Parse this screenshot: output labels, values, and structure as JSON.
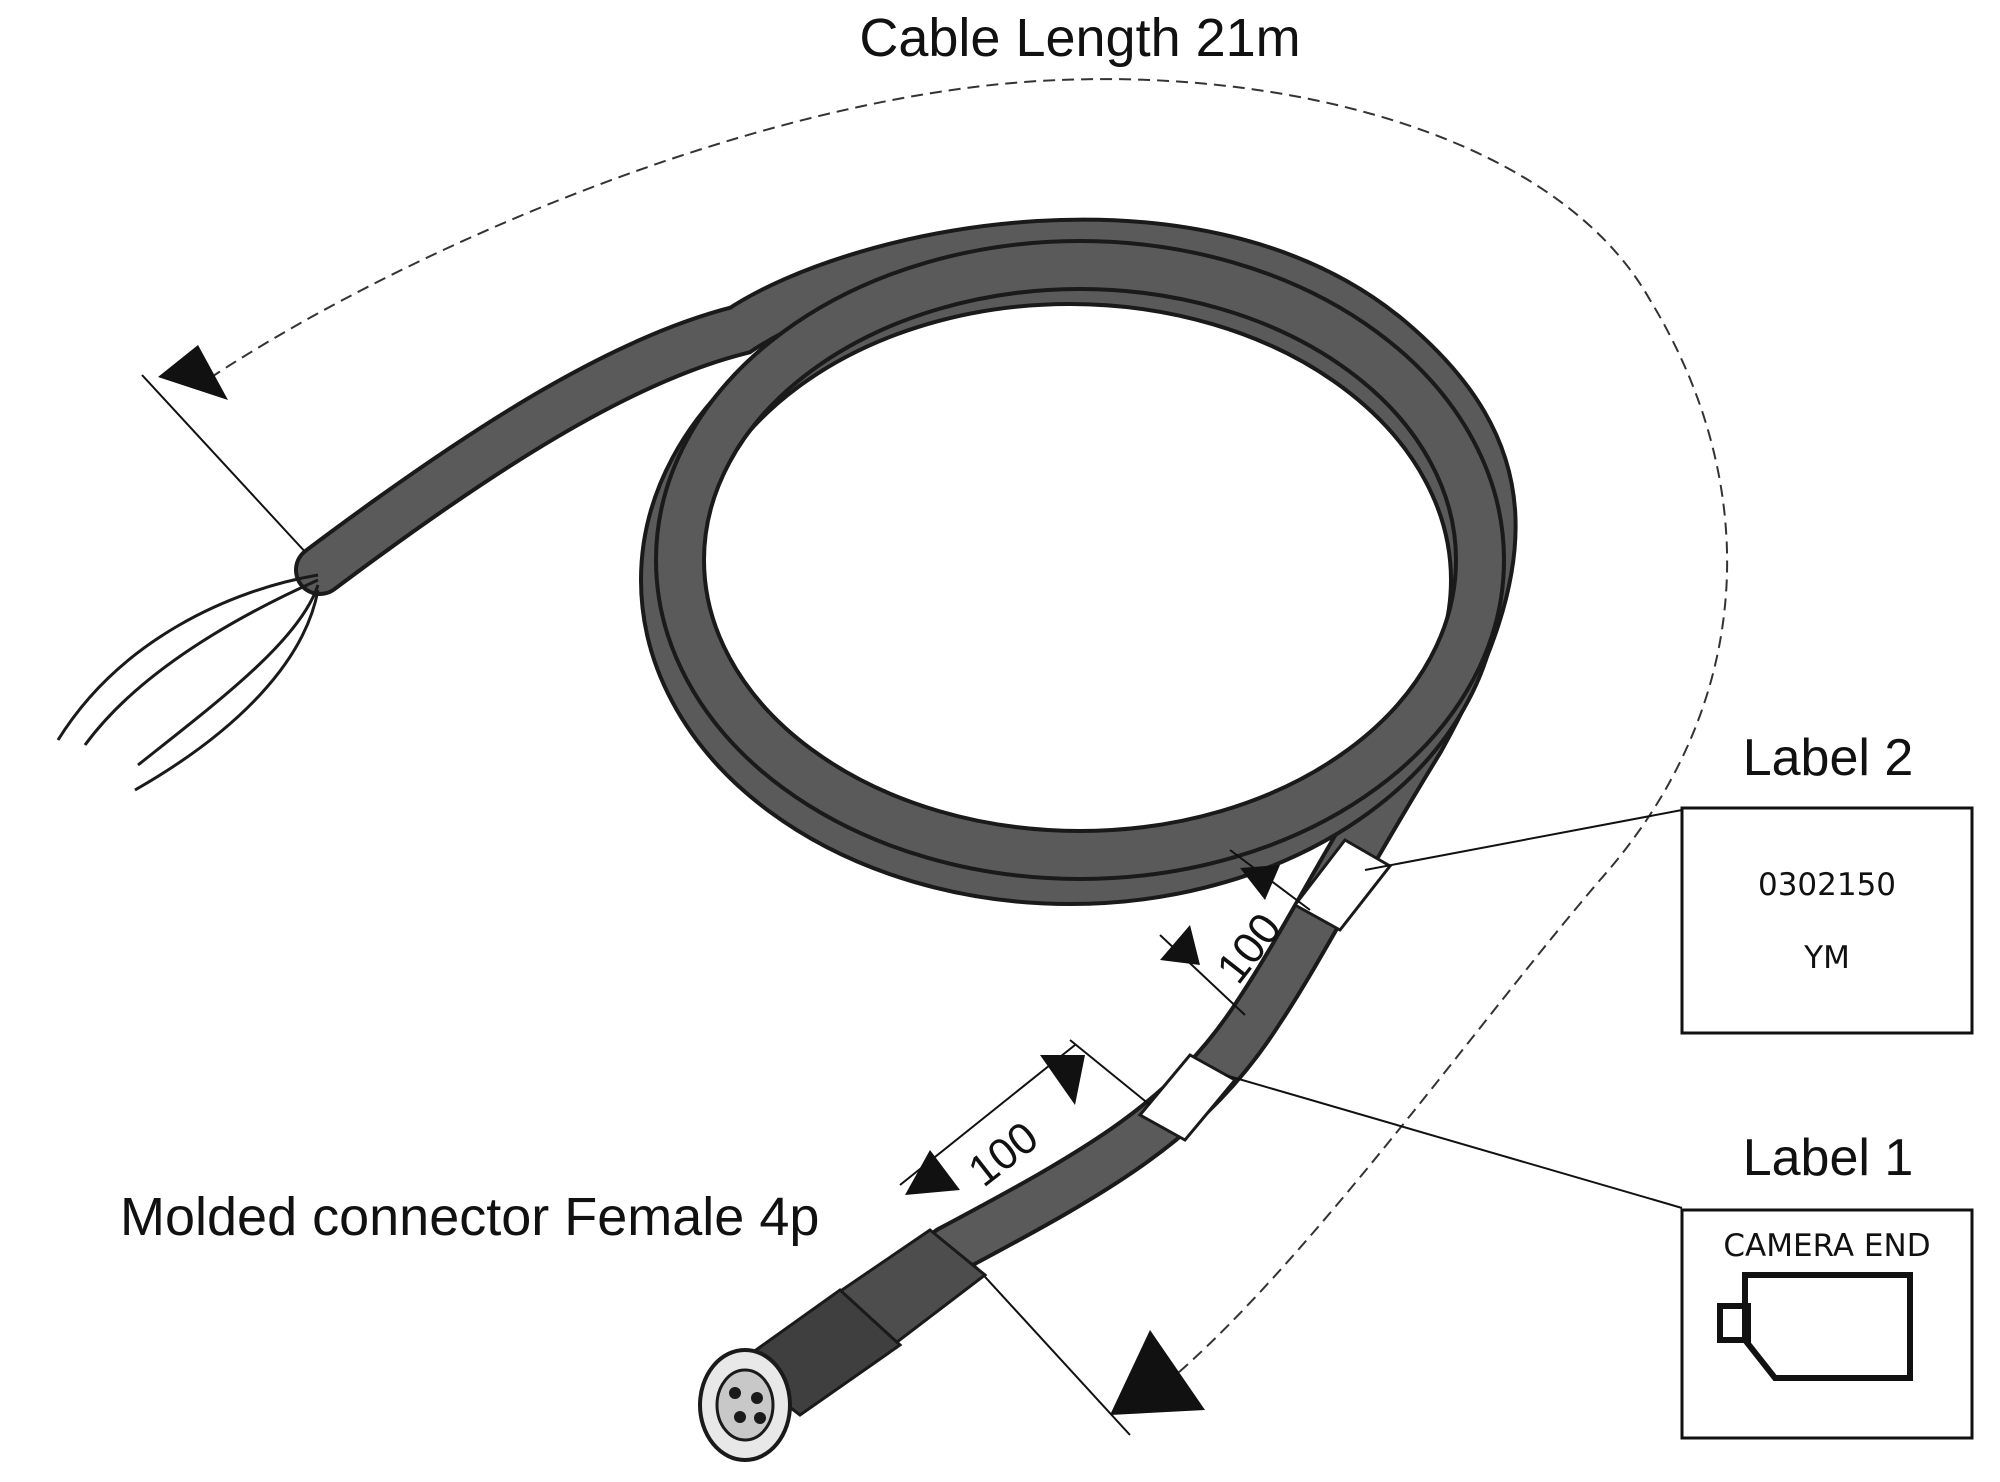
{
  "title": "Cable Length 21m",
  "connector_label": "Molded connector Female 4p",
  "dimension_1": "100",
  "dimension_2": "100",
  "label2": {
    "title": "Label 2",
    "line1": "0302150",
    "line2": "YM"
  },
  "label1": {
    "title": "Label 1",
    "text": "CAMERA END",
    "icon": "camera-icon"
  },
  "colors": {
    "cable": "#5a5a5a",
    "outline": "#1a1a1a",
    "label_band": "#ffffff",
    "ink": "#111111"
  }
}
